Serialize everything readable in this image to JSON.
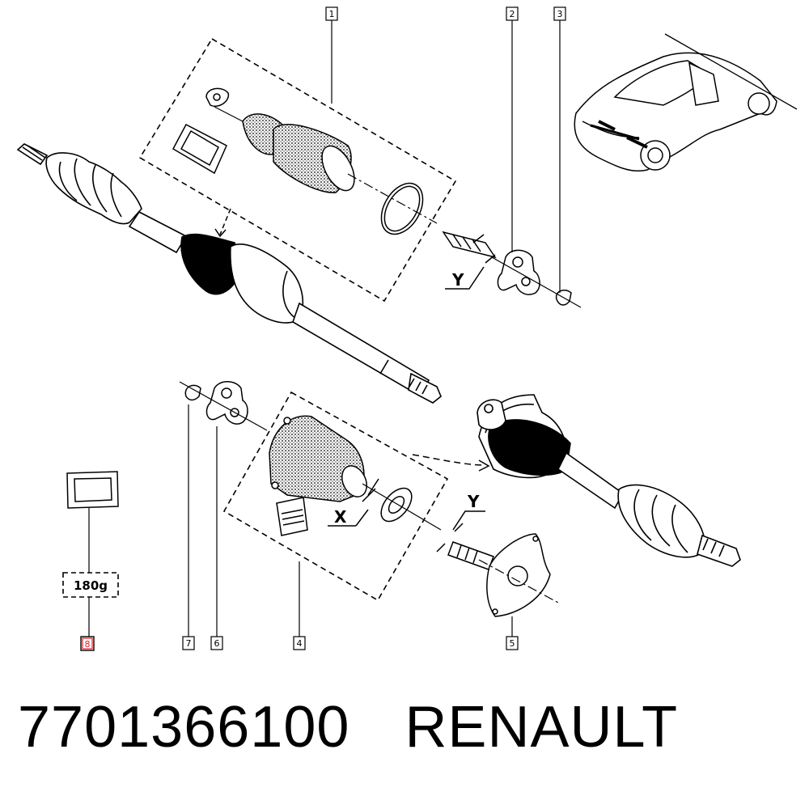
{
  "callouts": [
    "1",
    "2",
    "3",
    "4",
    "5",
    "6",
    "7",
    "8"
  ],
  "dimensions": {
    "x_label": "X",
    "y_upper": "Y",
    "y_lower": "Y"
  },
  "grease_quantity": "180g",
  "caption": {
    "part_number": "7701366100",
    "brand": "RENAULT"
  },
  "colors": {
    "line": "#000000",
    "highlight": "#d9262c",
    "background": "#ffffff"
  }
}
